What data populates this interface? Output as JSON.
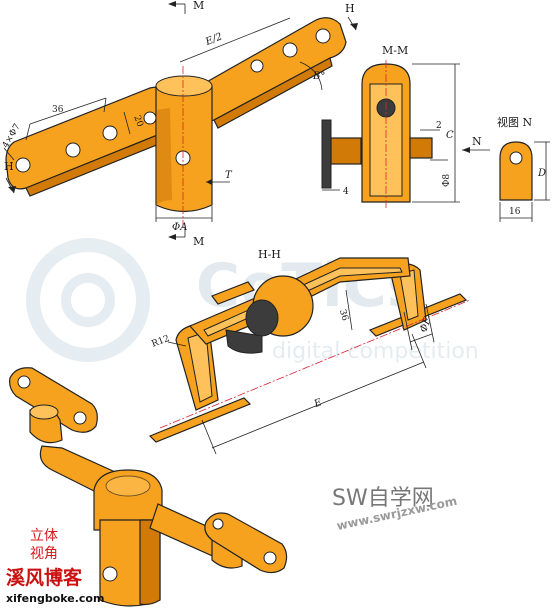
{
  "watermark": {
    "brand": "CoTiCs",
    "subtitle": "digital competition"
  },
  "top_view": {
    "section_mark_top": "M",
    "section_mark_bottom": "M",
    "section_mark_h_left": "H",
    "section_mark_h_right": "H",
    "dim_half_e": "E/2",
    "dim_b": "B°",
    "dim_36": "36",
    "dim_holes": "4×Φ7",
    "dim_20": "20",
    "dim_t": "T",
    "dim_a": "ΦA"
  },
  "section_mm": {
    "title": "M-M",
    "dim_c": "C",
    "dim_2": "2",
    "dim_phi8": "Φ8",
    "dim_4": "4",
    "arrow_n": "N"
  },
  "view_n": {
    "title": "视图 N",
    "dim_d": "D",
    "dim_16": "16"
  },
  "section_hh": {
    "title": "H-H",
    "dim_r12": "R12",
    "dim_36": "36",
    "dim_phi_f": "ΦF",
    "dim_e": "E"
  },
  "iso_view": {
    "caption_line1": "立体",
    "caption_line2": "视角"
  },
  "credits": {
    "sw_brand": "SW自学网",
    "sw_url": "www.swrjzxw.com",
    "blog_name": "溪风博客",
    "blog_url": "xifengboke.com"
  }
}
